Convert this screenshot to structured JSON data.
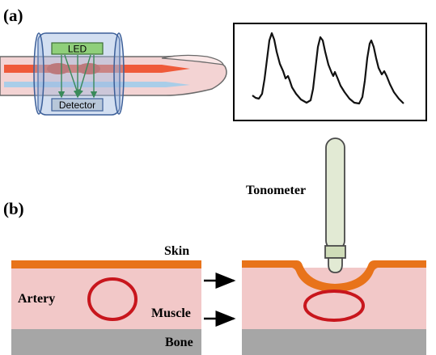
{
  "panels": {
    "a": {
      "label": "(a)"
    },
    "b": {
      "label": "(b)"
    }
  },
  "ppg_sensor": {
    "led_label": "LED",
    "detector_label": "Detector"
  },
  "tissue": {
    "tonometer_label": "Tonometer",
    "skin_label": "Skin",
    "artery_label": "Artery",
    "muscle_label": "Muscle",
    "bone_label": "Bone"
  },
  "colors": {
    "skin": "#e8731a",
    "tissue": "#f2c8c8",
    "bone": "#a6a6a6",
    "artery": "#c8161d",
    "led_box": "#8fcf7a",
    "detector_box": "#b8c7d9",
    "cuff": "#9db8e0",
    "tonometer": "#e2ead4"
  }
}
